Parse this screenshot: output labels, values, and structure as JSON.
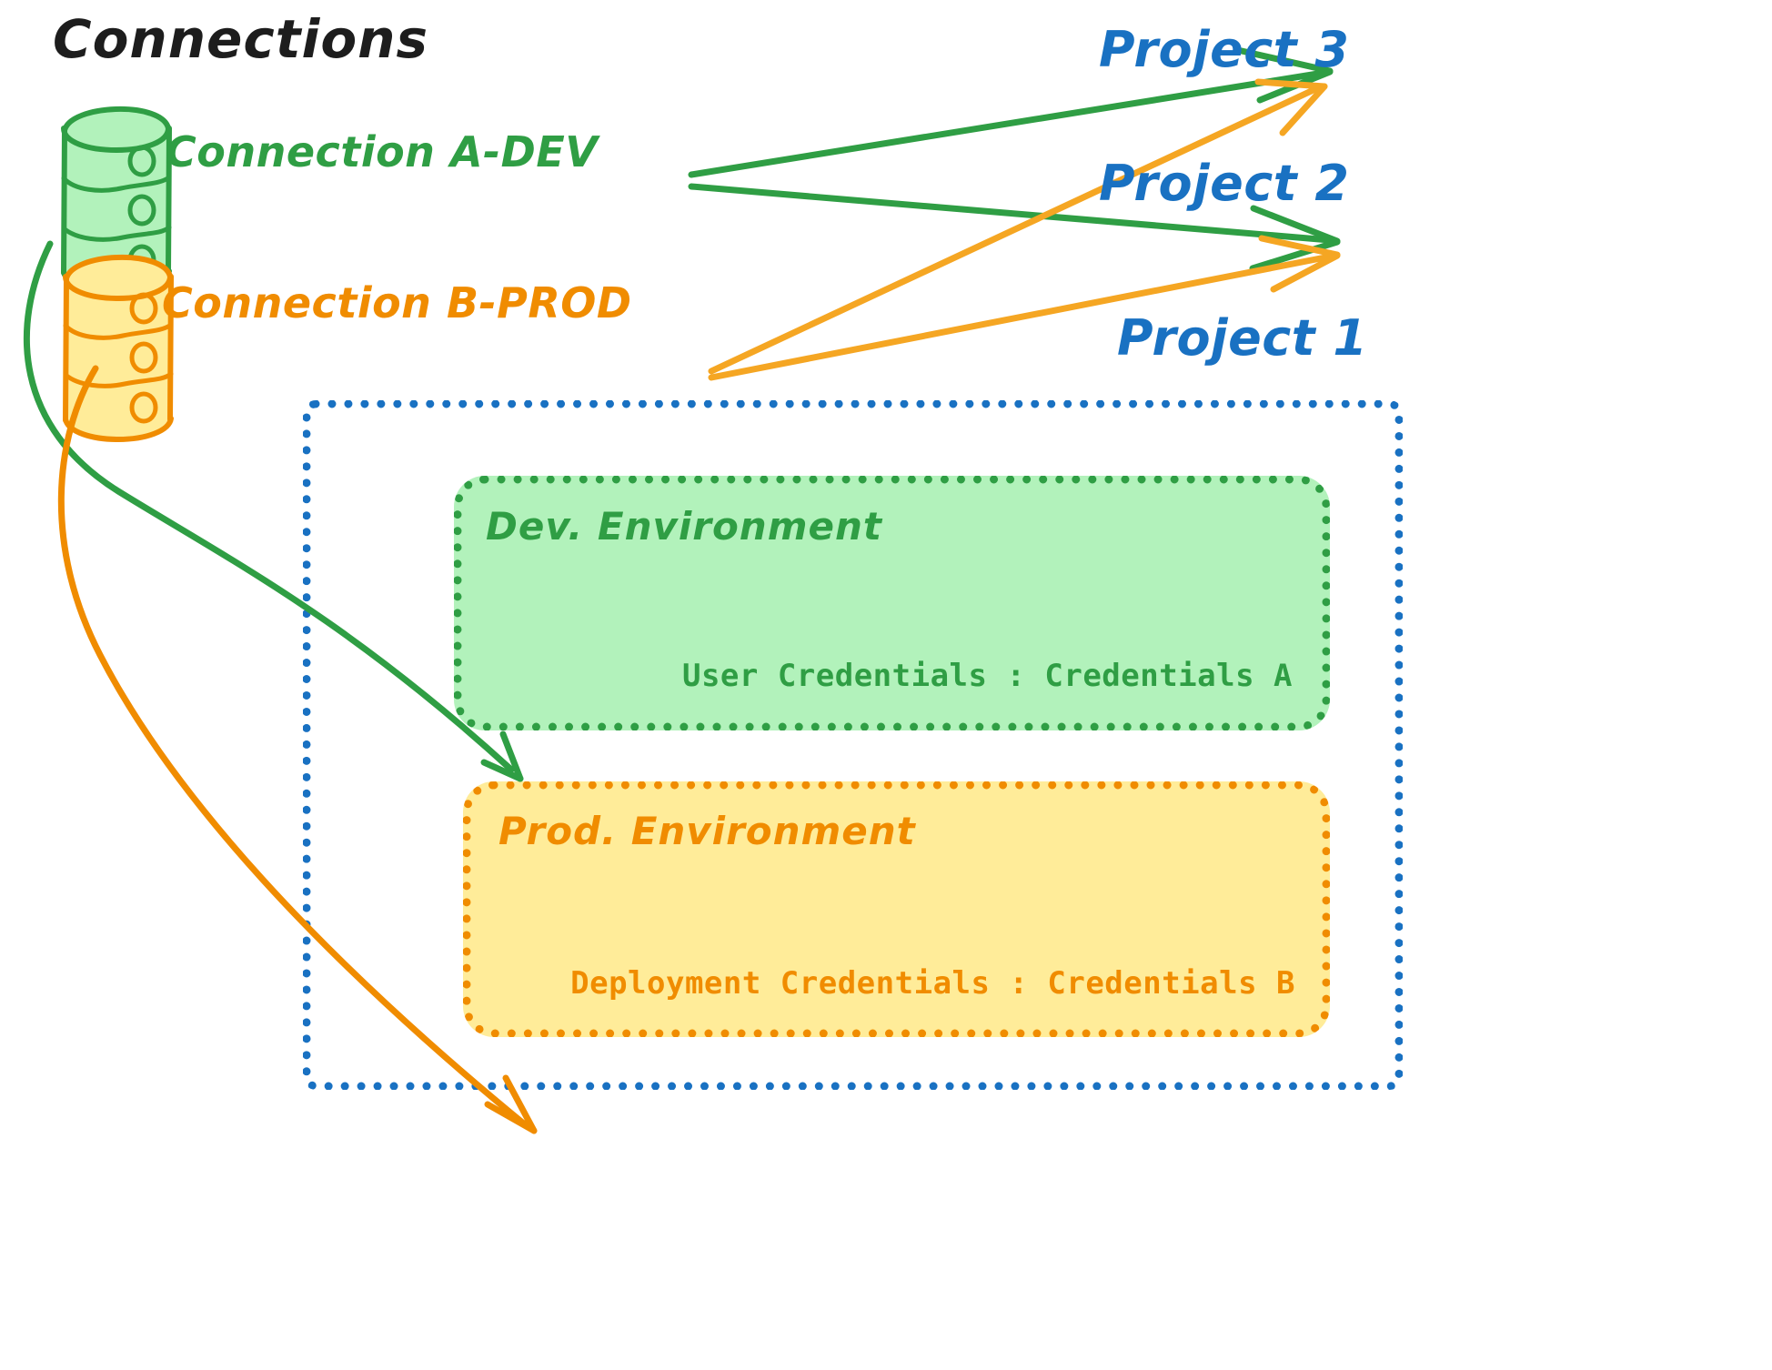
{
  "title": "Connections",
  "connections": [
    {
      "id": "a-dev",
      "label": "Connection A-DEV",
      "color": "#2f9e44",
      "fill": "#b2f2bb",
      "icon": "database-icon"
    },
    {
      "id": "b-prod",
      "label": "Connection B-PROD",
      "color": "#f08c00",
      "fill": "#ffec99",
      "icon": "database-icon"
    }
  ],
  "projects": [
    {
      "id": "project-3",
      "label": "Project 3",
      "color": "#1971c2"
    },
    {
      "id": "project-2",
      "label": "Project 2",
      "color": "#1971c2"
    },
    {
      "id": "project-1",
      "label": "Project 1",
      "color": "#1971c2"
    }
  ],
  "project1": {
    "label": "Project 1",
    "border_color": "#1971c2",
    "environments": [
      {
        "id": "dev",
        "name": "Dev. Environment",
        "credentials_label": "User Credentials : Credentials A",
        "color": "#2f9e44",
        "fill": "#b2f2bb"
      },
      {
        "id": "prod",
        "name": "Prod. Environment",
        "credentials_label": "Deployment Credentials : Credentials B",
        "color": "#f08c00",
        "fill": "#ffec99"
      }
    ]
  },
  "edges": [
    {
      "id": "a-dev-to-project-3",
      "from": "Connection A-DEV",
      "to": "Project 3",
      "color": "#2f9e44"
    },
    {
      "id": "a-dev-to-project-2",
      "from": "Connection A-DEV",
      "to": "Project 2",
      "color": "#2f9e44"
    },
    {
      "id": "a-dev-to-dev-environment",
      "from": "Connection A-DEV",
      "to": "Dev. Environment",
      "color": "#2f9e44"
    },
    {
      "id": "b-prod-to-project-3",
      "from": "Connection B-PROD",
      "to": "Project 3",
      "color": "#f5a623"
    },
    {
      "id": "b-prod-to-project-2",
      "from": "Connection B-PROD",
      "to": "Project 2",
      "color": "#f5a623"
    },
    {
      "id": "b-prod-to-prod-environment",
      "from": "Connection B-PROD",
      "to": "Prod. Environment",
      "color": "#f08c00"
    }
  ],
  "colors": {
    "green_stroke": "#2f9e44",
    "green_fill": "#b2f2bb",
    "orange_stroke": "#f08c00",
    "orange_fill": "#ffec99",
    "arrow_yellow": "#f5a623",
    "blue": "#1971c2",
    "black": "#1d1d1d",
    "background": "#ffffff"
  }
}
